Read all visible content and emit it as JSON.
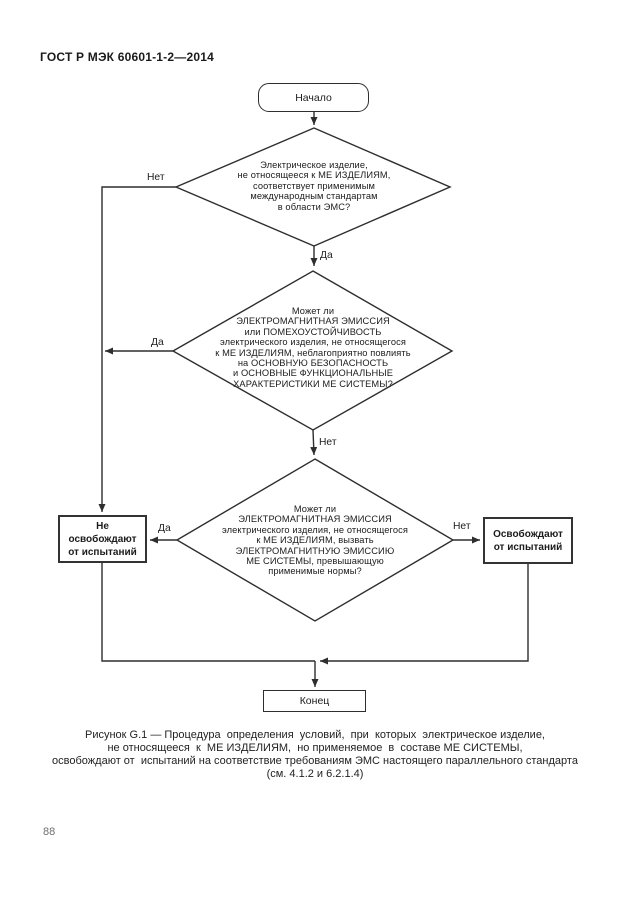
{
  "page": {
    "header": "ГОСТ Р МЭК 60601-1-2—2014",
    "page_number": "88"
  },
  "flowchart": {
    "start_label": "Начало",
    "end_label": "Конец",
    "decision1": {
      "lines": [
        "Электрическое изделие,",
        "не относящееся к МЕ ИЗДЕЛИЯМ,",
        "соответствует применимым",
        "международным стандартам",
        "в области ЭМС?"
      ],
      "no_label": "Нет",
      "yes_label": "Да"
    },
    "decision2": {
      "lines": [
        "Может ли",
        "ЭЛЕКТРОМАГНИТНАЯ ЭМИССИЯ",
        "или ПОМЕХОУСТОЙЧИВОСТЬ",
        "электрического изделия, не относящегося",
        "к МЕ ИЗДЕЛИЯМ, неблагоприятно повлиять",
        "на ОСНОВНУЮ БЕЗОПАСНОСТЬ",
        "и ОСНОВНЫЕ ФУНКЦИОНАЛЬНЫЕ",
        "ХАРАКТЕРИСТИКИ МЕ СИСТЕМЫ?"
      ],
      "yes_label": "Да",
      "no_label": "Нет"
    },
    "decision3": {
      "lines": [
        "Может ли",
        "ЭЛЕКТРОМАГНИТНАЯ ЭМИССИЯ",
        "электрического изделия, не относящегося",
        "к МЕ ИЗДЕЛИЯМ, вызвать",
        "ЭЛЕКТРОМАГНИТНУЮ ЭМИССИЮ",
        "МЕ СИСТЕМЫ, превышающую",
        "применимые нормы?"
      ],
      "yes_label": "Да",
      "no_label": "Нет"
    },
    "result_fail": {
      "lines": [
        "Не",
        "освобождают",
        "от испытаний"
      ]
    },
    "result_pass": {
      "lines": [
        "Освобождают",
        "от испытаний"
      ]
    }
  },
  "caption": {
    "lines": [
      "Рисунок G.1 — Процедура  определения  условий,  при  которых  электрическое изделие,",
      "не относящееся  к  МЕ ИЗДЕЛИЯМ,  но применяемое  в  составе МЕ СИСТЕМЫ,",
      "освобождают от  испытаний на соответствие требованиям ЭМС настоящего параллельного стандарта",
      "(см. 4.1.2 и 6.2.1.4)"
    ]
  }
}
